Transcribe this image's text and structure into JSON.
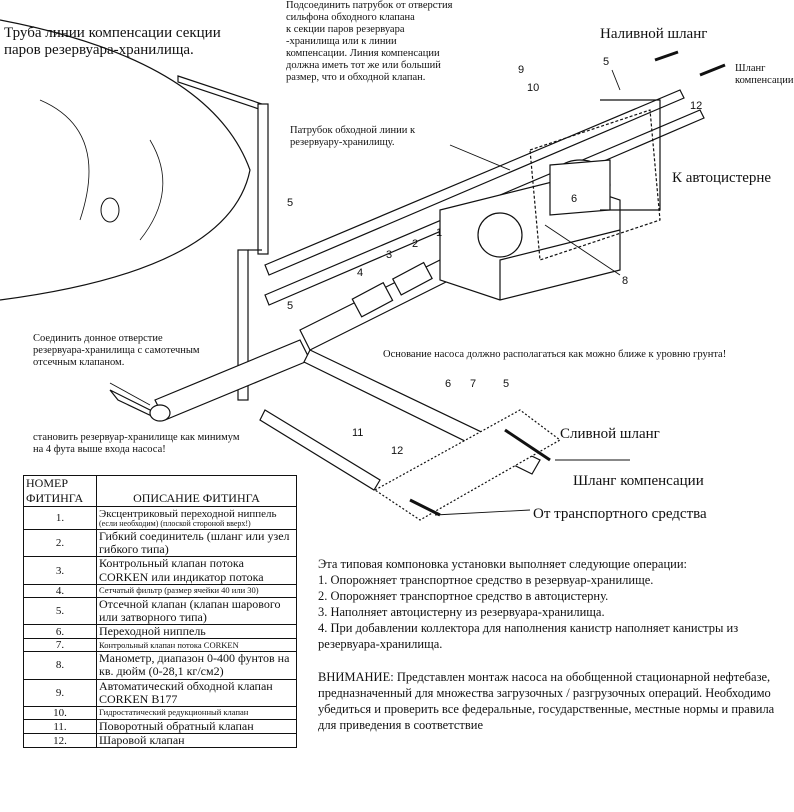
{
  "labels": {
    "vapor_return_line": "Труба линии компенсации секции\nпаров резервуара-хранилища.",
    "bypass_note": "Подсоединить патрубок от отверстия\nсильфона обходного клапана\nк секции паров резервуара\n-хранилища или к линии\nкомпенсации. Линия компенсации\nдолжна иметь тот же или больший\nразмер, что и обходной клапан.",
    "bypass_return_note": "Патрубок обходной линии к\nрезервуару-хранилищу.",
    "fill_hose": "Наливной шланг",
    "vapor_hose_top": "Шланг\nкомпенсации",
    "to_tanker": "К автоцистерне",
    "bottom_connection": "Соединить донное отверстие\nрезервуара-хранилища с самотечным\nотсечным клапаном.",
    "pump_base_note": "Основание насоса должно располагаться как можно ближе к уровню грунта!",
    "tank_height_note": "становить резервуар-хранилище как минимум\nна 4 фута выше входа насоса!",
    "drain_hose": "Сливной шланг",
    "vapor_hose_bottom": "Шланг компенсации",
    "from_vehicle": "От транспортного средства"
  },
  "callouts": {
    "n1": "1",
    "n2": "2",
    "n3": "3",
    "n4": "4",
    "n5a": "5",
    "n5b": "5",
    "n5c": "5",
    "n5d": "5",
    "n6a": "6",
    "n6b": "6",
    "n7": "7",
    "n8": "8",
    "n9": "9",
    "n10": "10",
    "n11": "11",
    "n12a": "12",
    "n12b": "12"
  },
  "table": {
    "header_number": "НОМЕР\nФИТИНГА",
    "header_description": "ОПИСАНИЕ ФИТИНГА",
    "rows": [
      {
        "number": "1.",
        "description": "Эксцентриковый переходной ниппель",
        "note": "(если необходим) (плоской стороной вверх!)"
      },
      {
        "number": "2.",
        "description": "Гибкий соединитель (шланг или узел гибкого типа)",
        "note": ""
      },
      {
        "number": "3.",
        "description": "Контрольный клапан потока CORKEN или индикатор потока",
        "note": ""
      },
      {
        "number": "4.",
        "description": "Сетчатый фильтр (размер ячейки 40 или 30)",
        "note": ""
      },
      {
        "number": "5.",
        "description": "Отсечной клапан (клапан шарового или затворного типа)",
        "note": ""
      },
      {
        "number": "6.",
        "description": "Переходной ниппель",
        "note": ""
      },
      {
        "number": "7.",
        "description": "Контрольный клапан потока CORKEN",
        "note": ""
      },
      {
        "number": "8.",
        "description": "Манометр, диапазон 0-400 фунтов на кв. дюйм (0-28,1 кг/см2)",
        "note": ""
      },
      {
        "number": "9.",
        "description": "Автоматический обходной клапан CORKEN B177",
        "note": ""
      },
      {
        "number": "10.",
        "description": "Гидростатический редукционный клапан",
        "note": ""
      },
      {
        "number": "11.",
        "description": "Поворотный обратный клапан",
        "note": ""
      },
      {
        "number": "12.",
        "description": "Шаровой клапан",
        "note": ""
      }
    ]
  },
  "operations": {
    "intro": "Эта типовая компоновка установки выполняет следующие операции:",
    "items": [
      "1.  Опорожняет транспортное средство в резервуар-хранилище.",
      "2.  Опорожняет транспортное средство в автоцистерну.",
      "3.  Наполняет автоцистерну из резервуара-хранилища.",
      "4.  При добавлении коллектора для наполнения канистр наполняет канистры из резервуара-хранилища."
    ]
  },
  "warning": {
    "text": "ВНИМАНИЕ: Представлен монтаж насоса на обобщенной стационарной нефтебазе, предназначенный для множества загрузочных / разгрузочных операций. Необходимо убедиться и проверить все федеральные, государственные, местные нормы и правила для приведения в соответствие"
  }
}
